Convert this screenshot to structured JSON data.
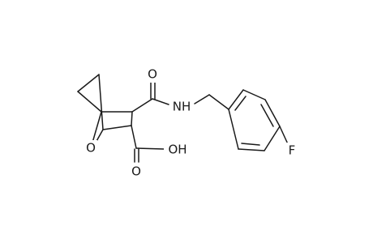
{
  "molecule": {
    "atom_labels": {
      "bridge_oxygen": "O",
      "carbonyl_oxygen": "O",
      "amide_nitrogen": "NH",
      "hydroxyl": "OH",
      "fluorine": "F"
    },
    "bond_color": "#1a1a1a",
    "background": "#ffffff"
  }
}
